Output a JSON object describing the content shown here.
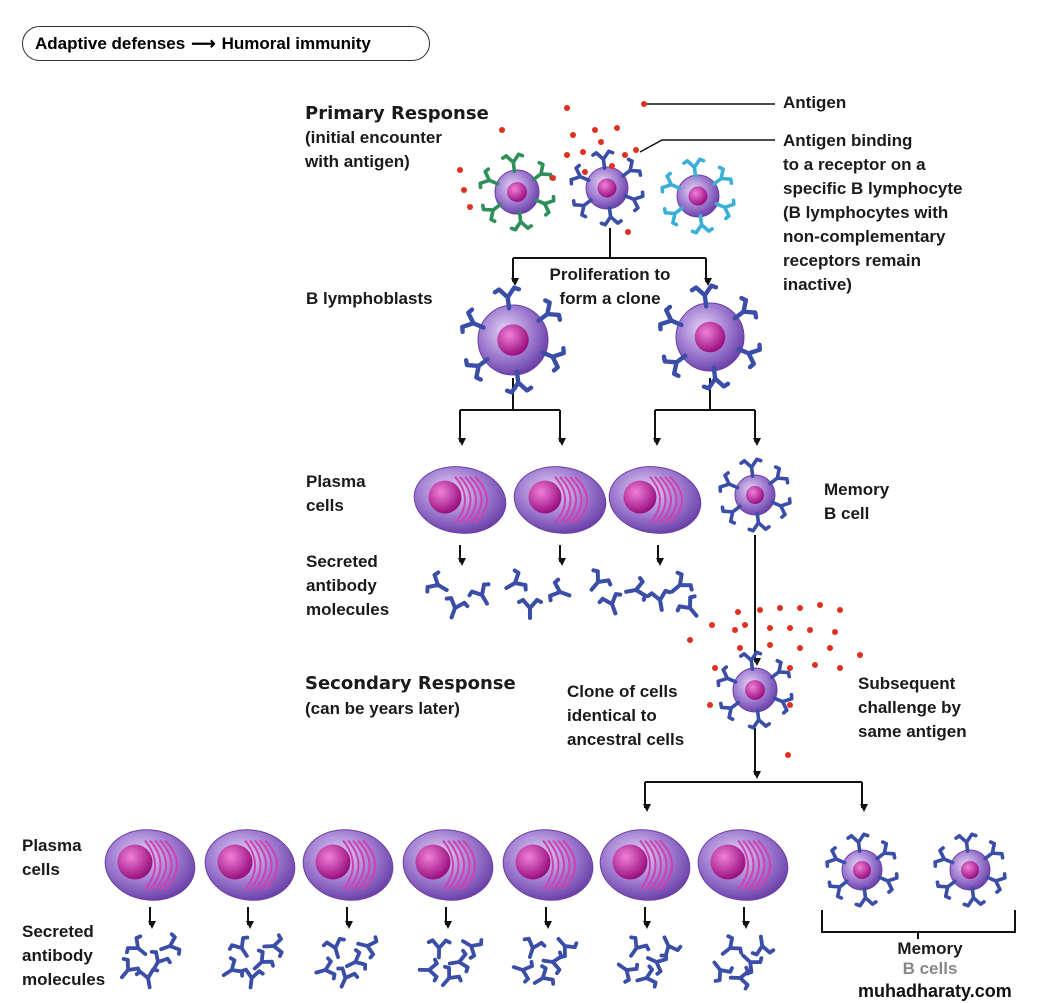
{
  "header": {
    "section": "Adaptive defenses",
    "arrow_icon": "arrow-right",
    "topic": "Humoral immunity"
  },
  "labels": {
    "primary_title": "Primary Response",
    "primary_sub": [
      "(initial encounter",
      "with antigen)"
    ],
    "antigen": "Antigen",
    "binding": [
      "Antigen binding",
      "to a receptor on a",
      "specific B lymphocyte",
      "(B lymphocytes with",
      "non-complementary",
      "receptors remain",
      "inactive)"
    ],
    "proliferation": [
      "Proliferation to",
      "form a clone"
    ],
    "lymphoblasts": "B lymphoblasts",
    "plasma": [
      "Plasma",
      "cells"
    ],
    "memory": [
      "Memory",
      "B cell"
    ],
    "secreted": [
      "Secreted",
      "antibody",
      "molecules"
    ],
    "secondary_title": "Secondary Response",
    "secondary_sub": "(can be years later)",
    "clone": [
      "Clone of cells",
      "identical to",
      "ancestral cells"
    ],
    "challenge": [
      "Subsequent",
      "challenge by",
      "same antigen"
    ],
    "plasma2": [
      "Plasma",
      "cells"
    ],
    "secreted2": [
      "Secreted",
      "antibody",
      "molecules"
    ],
    "memory2": [
      "Memory",
      "B cells"
    ]
  },
  "watermark": "muhadharaty.com",
  "colors": {
    "cell": "#8a5cc0",
    "nucleus": "#b0188f",
    "receptor": "#3a4ea8",
    "green_receptor": "#2f8f5a",
    "cyan_receptor": "#3ab0d8",
    "antigen": "#e03020"
  }
}
